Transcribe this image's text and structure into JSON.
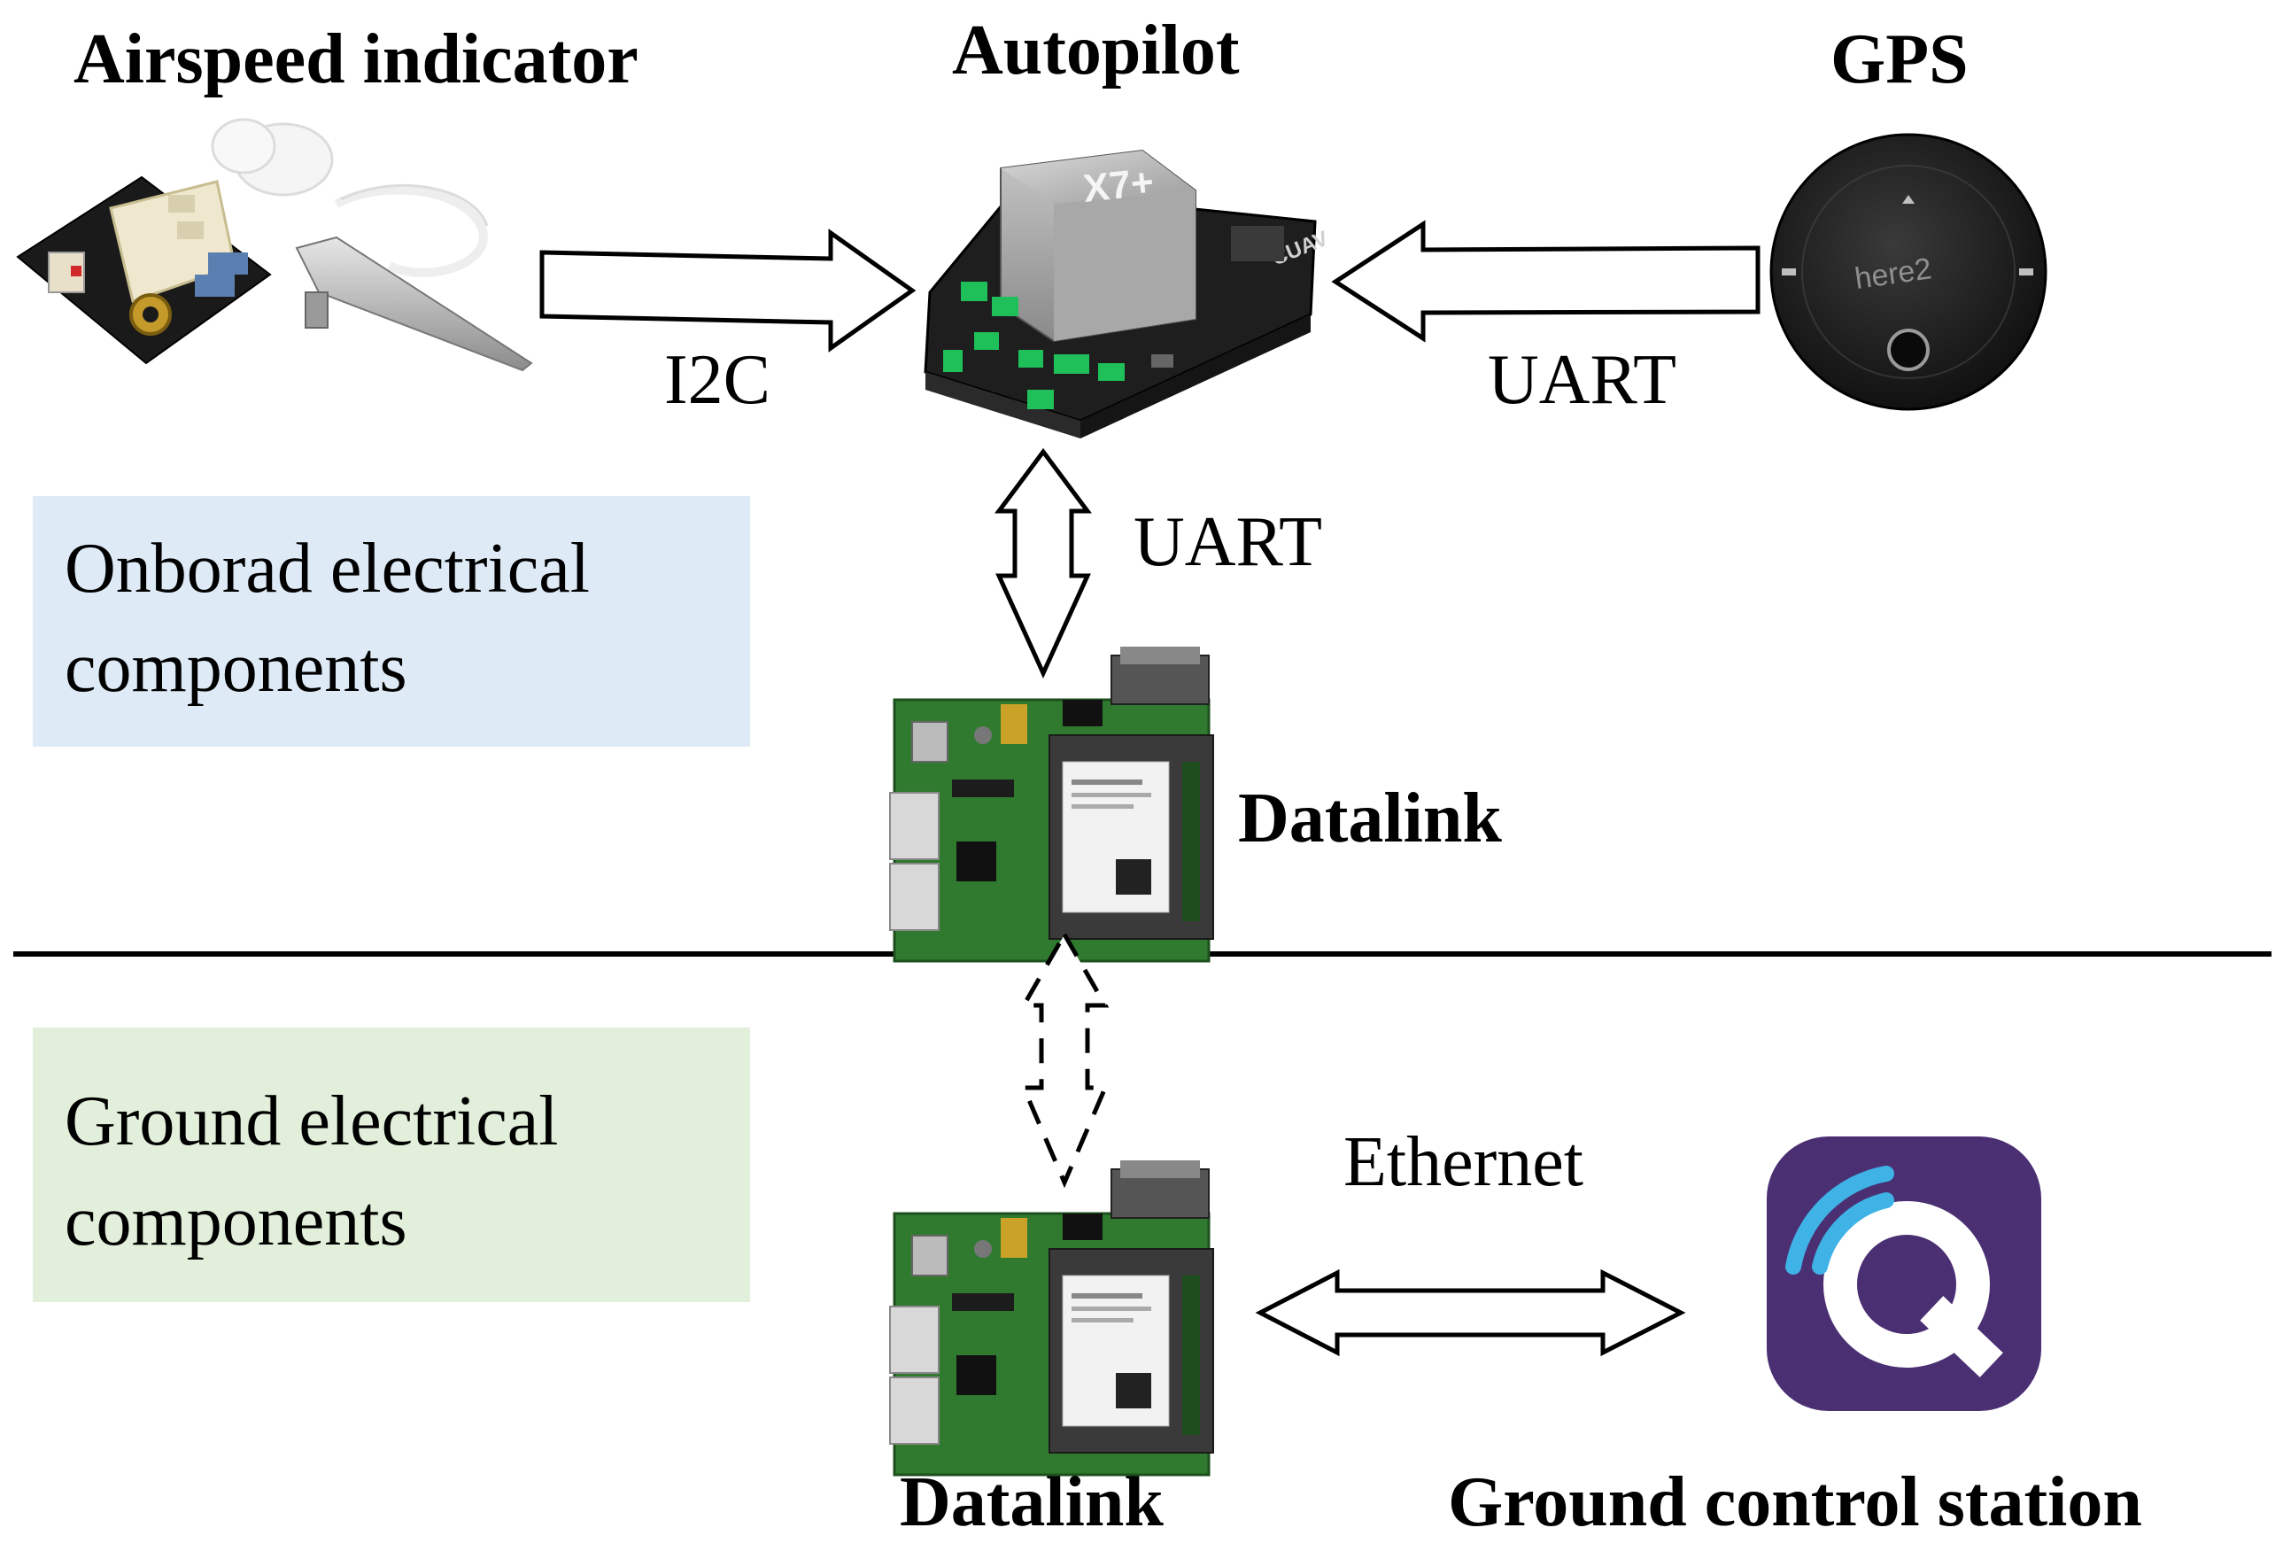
{
  "components": {
    "airspeed": {
      "label": "Airspeed indicator"
    },
    "autopilot": {
      "label": "Autopilot",
      "device_marking": "X7+",
      "brand_marking": "CUAV"
    },
    "gps": {
      "label": "GPS",
      "device_marking": "here2"
    },
    "datalink_onboard": {
      "label": "Datalink"
    },
    "datalink_ground": {
      "label": "Datalink"
    },
    "ground_station": {
      "label": "Ground control station"
    }
  },
  "links": {
    "airspeed_autopilot": {
      "label": "I2C"
    },
    "gps_autopilot": {
      "label": "UART"
    },
    "autopilot_datalink": {
      "label": "UART"
    },
    "datalink_gcs": {
      "label": "Ethernet"
    }
  },
  "regions": {
    "onboard": {
      "label_line1": "Onborad electrical",
      "label_line2": "components",
      "color": "#deeaf6"
    },
    "ground": {
      "label_line1": "Ground electrical",
      "label_line2": "components",
      "color": "#e2efda"
    }
  },
  "colors": {
    "pcb_green": "#2f7a2f",
    "gcs_purple": "#4a2f73",
    "gcs_signal": "#3fb3e6"
  }
}
